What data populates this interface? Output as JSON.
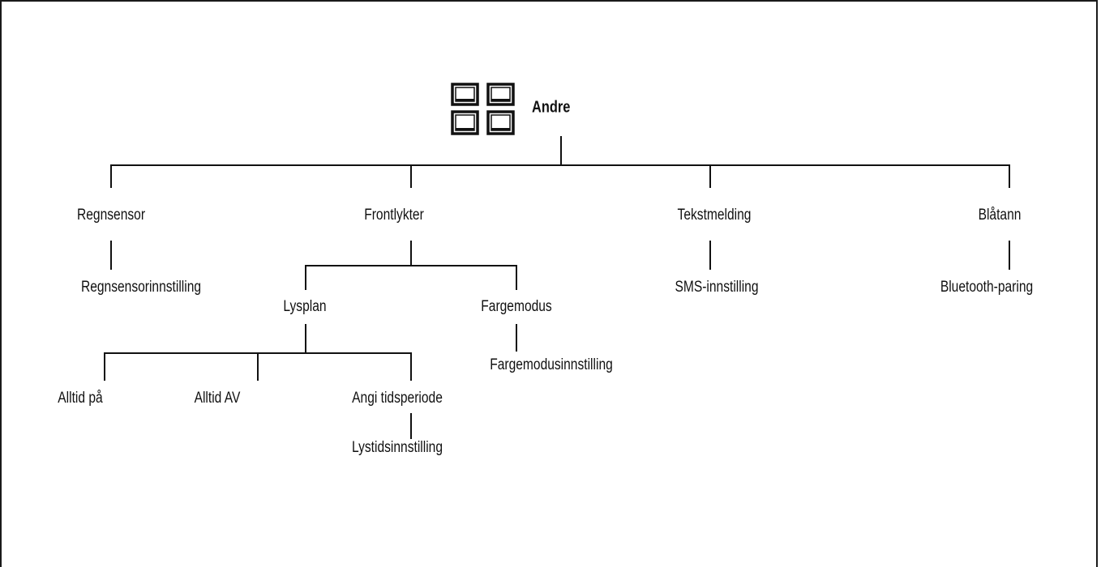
{
  "root": {
    "label": "Andre",
    "icon": "grid-menu-icon"
  },
  "nodes": {
    "regnsensor": "Regnsensor",
    "regnsensorinnstilling": "Regnsensorinnstilling",
    "frontlykter": "Frontlykter",
    "lysplan": "Lysplan",
    "fargemodus": "Fargemodus",
    "fargemodusinnstilling": "Fargemodusinnstilling",
    "alltid_pa": "Alltid på",
    "alltid_av": "Alltid AV",
    "angi_tidsperiode": "Angi tidsperiode",
    "lystidsinnstilling": "Lystidsinnstilling",
    "tekstmelding": "Tekstmelding",
    "sms_innstilling": "SMS-innstilling",
    "blatann": "Blåtann",
    "bluetooth_paring": "Bluetooth-paring"
  }
}
